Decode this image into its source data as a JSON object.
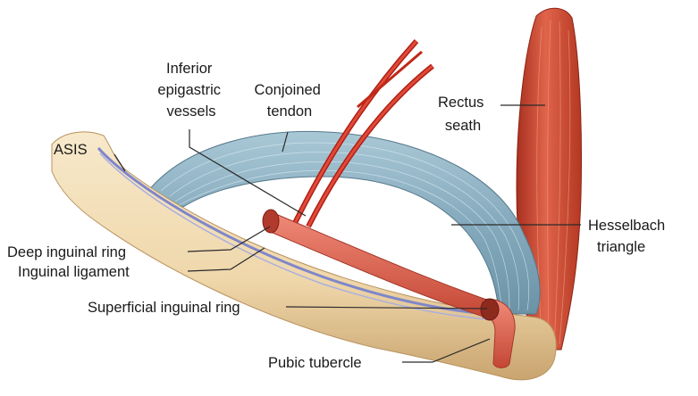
{
  "labels": {
    "asis": "ASIS",
    "inferior_epigastric_vessels": [
      "Inferior",
      "epigastric",
      "vessels"
    ],
    "conjoined_tendon": [
      "Conjoined",
      "tendon"
    ],
    "rectus_seath": [
      "Rectus",
      "seath"
    ],
    "hesselbach_triangle": [
      "Hesselbach",
      "triangle"
    ],
    "deep_inguinal_ring": "Deep inguinal ring",
    "inguinal_ligament": "Inguinal ligament",
    "superficial_inguinal_ring": "Superficial inguinal ring",
    "pubic_tubercle": "Pubic tubercle"
  },
  "colors": {
    "bone": "#f1dcb4",
    "bone_shadow": "#cfae7b",
    "tendon": "#8fb4c6",
    "tendon_dark": "#5f8799",
    "muscle": "#d9543d",
    "muscle_dark": "#9e2c1d",
    "vessel": "#cc2d20",
    "cord": "#e0685a",
    "ligament_line": "#7f86c9"
  }
}
